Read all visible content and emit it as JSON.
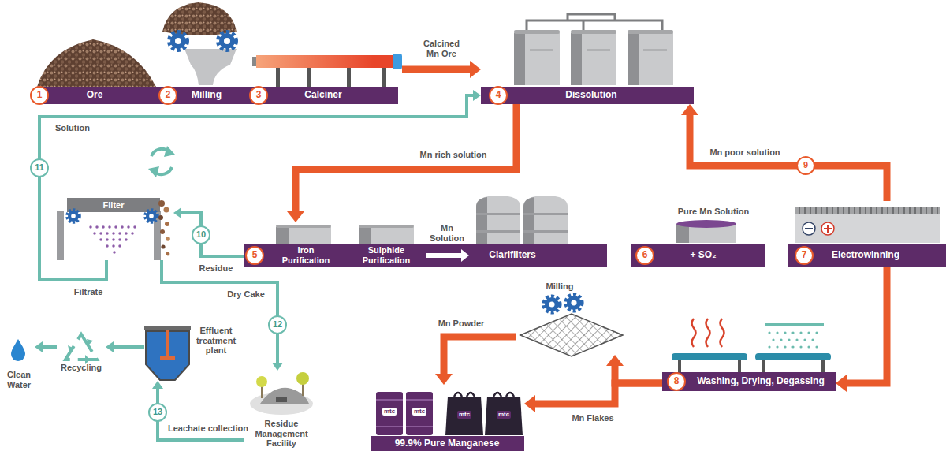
{
  "diagram": {
    "nodes": [
      {
        "text": [
          "Ore"
        ]
      },
      {
        "text": [
          "1"
        ],
        "in": 0
      },
      {
        "text": [
          "Milling"
        ]
      },
      {
        "text": [
          "2"
        ],
        "in": 2
      },
      {
        "text": [
          "Calciner"
        ]
      },
      {
        "text": [
          "3"
        ],
        "in": 4
      },
      {
        "text": [
          "Dissolution"
        ]
      },
      {
        "text": [
          "4"
        ],
        "in": 6
      },
      {
        "text": [
          "Iron Purification"
        ]
      },
      {
        "text": [
          "5"
        ],
        "in": 8
      },
      {
        "text": [
          "Sulphide Purification"
        ]
      },
      {
        "text": [
          "Clarifilters"
        ]
      },
      {
        "text": [
          "Pure Mn Solution",
          "+ SO₂"
        ]
      },
      {
        "text": [
          "6"
        ],
        "in": 12
      },
      {
        "text": [
          "Electrowinning"
        ]
      },
      {
        "text": [
          "7"
        ],
        "in": 14
      },
      {
        "text": [
          "Washing, Drying, Degassing"
        ]
      },
      {
        "text": [
          "8"
        ],
        "in": 16
      },
      {
        "text": [
          "Milling"
        ]
      },
      {
        "text": [
          "99.9% Pure Manganese"
        ]
      },
      {
        "text": [
          "Filter"
        ]
      },
      {
        "text": [
          "Residue Management Facility"
        ]
      },
      {
        "text": [
          "Effluent treatment plant"
        ]
      },
      {
        "text": [
          "Recycling"
        ]
      },
      {
        "text": [
          "Clean Water"
        ]
      }
    ],
    "edges": [
      {
        "from": 4,
        "to": 6,
        "label": "Calcined Mn Ore",
        "arrow": "to"
      },
      {
        "from": 20,
        "to": 6,
        "label": "Solution",
        "arrow": "to"
      },
      {
        "from": 6,
        "to": 8,
        "label": "Mn rich solution",
        "arrow": "to"
      },
      {
        "from": 10,
        "to": 11,
        "label": "Mn Solution",
        "arrow": "to"
      },
      {
        "from": 8,
        "to": 20,
        "label": "Residue",
        "arrow": "to"
      },
      {
        "from": 20,
        "to": 21,
        "label": "Dry Cake",
        "arrow": "to"
      },
      {
        "from": 21,
        "to": 22,
        "label": "Leachate collection",
        "arrow": "to"
      },
      {
        "from": 22,
        "to": 23,
        "arrow": "to"
      },
      {
        "from": 23,
        "to": 24,
        "arrow": "to"
      },
      {
        "from": 14,
        "to": 6,
        "label": "Mn poor solution",
        "arrow": "to"
      },
      {
        "from": 14,
        "to": 16,
        "arrow": "to"
      },
      {
        "from": 16,
        "to": 18,
        "arrow": "to"
      },
      {
        "from": 18,
        "to": 19,
        "label": "Mn Powder",
        "arrow": "to"
      },
      {
        "from": 16,
        "to": 19,
        "label": "Mn Flakes",
        "arrow": "to"
      }
    ],
    "labels": [
      "9",
      "10",
      "11",
      "12",
      "13",
      "Filtrate",
      "mtc",
      "mtc",
      "mtc",
      "mtc"
    ]
  }
}
